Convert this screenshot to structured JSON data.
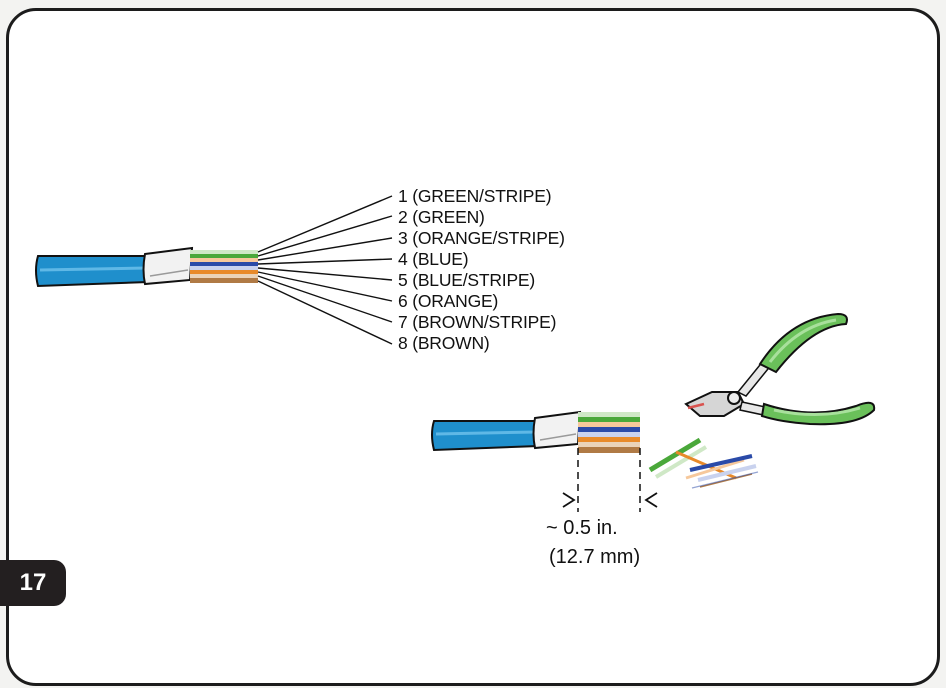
{
  "step": {
    "number": "17"
  },
  "wire_labels": [
    "1 (GREEN/STRIPE)",
    "2 (GREEN)",
    "3 (ORANGE/STRIPE)",
    "4 (BLUE)",
    "5 (BLUE/STRIPE)",
    "6 (ORANGE)",
    "7 (BROWN/STRIPE)",
    "8 (BROWN)"
  ],
  "measurement": {
    "inches": "~ 0.5 in.",
    "millimeters": "(12.7 mm)"
  },
  "colors": {
    "cable_jacket": "#1f8fcc",
    "green": "#4aa83a",
    "orange": "#e88a2a",
    "blue": "#2a4aa8",
    "brown": "#b07a45",
    "plier_grip": "#6ac05a"
  }
}
